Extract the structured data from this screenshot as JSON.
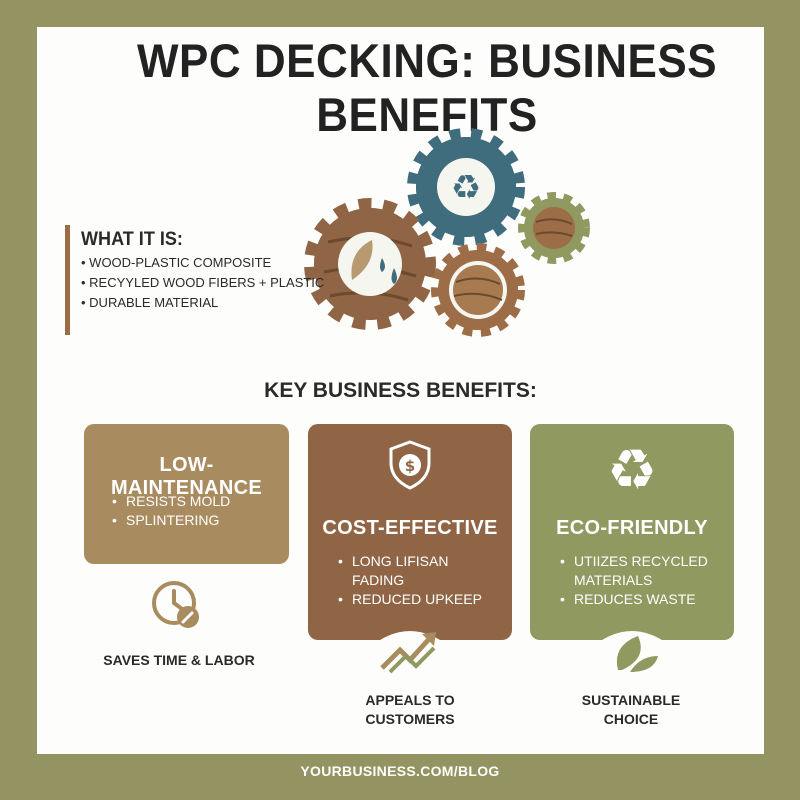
{
  "title": "WPC DECKING: BUSINESS BENEFITS",
  "what_it_is": {
    "heading": "WHAT IT IS:",
    "items": [
      "WOOD-PLASTIC COMPOSITE",
      "RECYYLED WOOD FIBERS + PLASTIC",
      "DURABLE MATERIAL"
    ]
  },
  "key_benefits_heading": "KEY BUSINESS BENEFITS:",
  "benefits": [
    {
      "title": "LOW-MAINTENANCE",
      "items": [
        "RESISTS MOLD",
        "SPLINTERING"
      ],
      "color": "#a98b60",
      "caption": [
        "SAVES TIME & LABOR"
      ],
      "caption_icon": "clock-wrench-icon"
    },
    {
      "title": "COST-EFFECTIVE",
      "items": [
        "LONG LIFISAN FADING",
        "REDUCED UPKEEP"
      ],
      "color": "#8f6545",
      "icon": "shield-dollar-icon",
      "caption": [
        "APPEALS TO",
        "CUSTOMERS"
      ],
      "caption_icon": "trend-arrows-icon"
    },
    {
      "title": "ECO-FRIENDLY",
      "items": [
        "UTIIZES RECYCLED MATERIALS",
        "REDUCES WASTE"
      ],
      "color": "#8f9960",
      "icon": "recycle-icon",
      "caption": [
        "SUSTAINABLE",
        "CHOICE"
      ],
      "caption_icon": "leaf-icon"
    }
  ],
  "footer": "YOURBUSINESS.COM/BLOG",
  "colors": {
    "frame": "#949463",
    "wood": "#8f6545",
    "teal": "#3f6d7e",
    "green": "#8f9960"
  },
  "illustration": "gears-icon"
}
